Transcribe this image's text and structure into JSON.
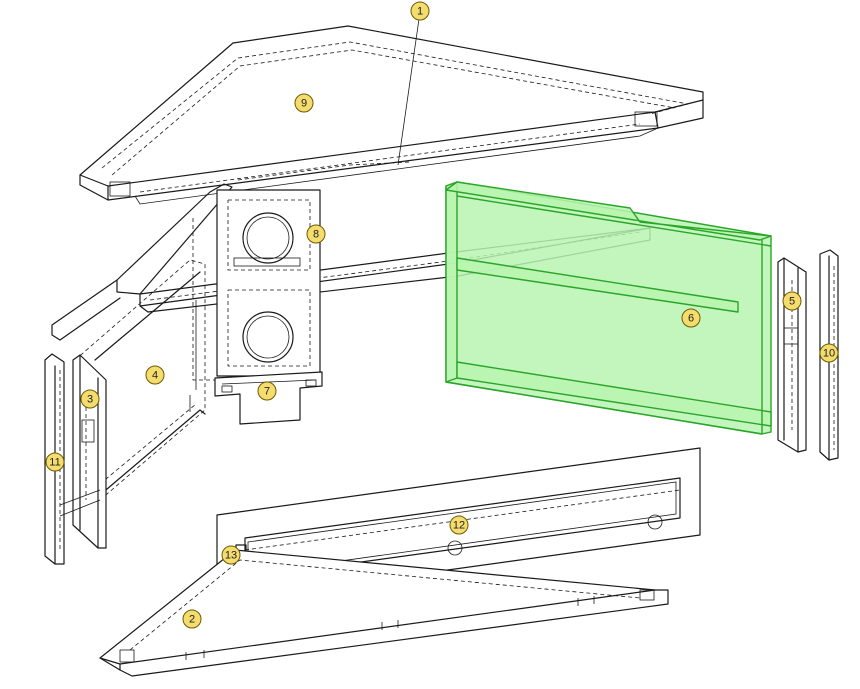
{
  "drawing": {
    "selected_part": "6",
    "colors": {
      "line": "#1a1a1a",
      "selection_fill": "#b9f5b0",
      "selection_stroke": "#2aa52a",
      "callout_fill": "#f5dc6e"
    },
    "callouts": [
      "1",
      "2",
      "3",
      "4",
      "5",
      "6",
      "7",
      "8",
      "9",
      "10",
      "11",
      "12",
      "13"
    ]
  }
}
